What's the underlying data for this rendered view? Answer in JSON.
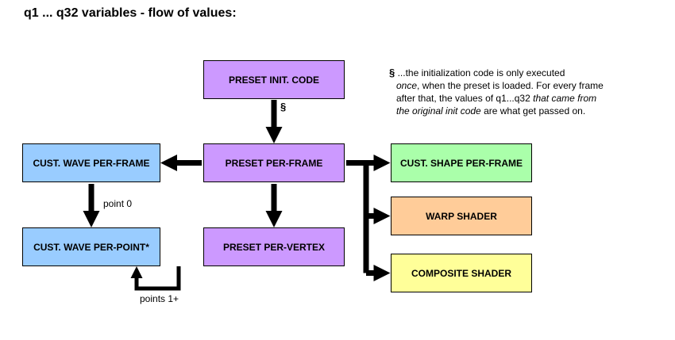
{
  "title": "q1 ... q32 variables - flow of values:",
  "nodes": {
    "preset_init": {
      "label": "PRESET INIT. CODE",
      "color": "#cc99ff"
    },
    "preset_per_frame": {
      "label": "PRESET PER-FRAME",
      "color": "#cc99ff"
    },
    "preset_per_vertex": {
      "label": "PRESET PER-VERTEX",
      "color": "#cc99ff"
    },
    "cust_wave_per_frame": {
      "label": "CUST. WAVE PER-FRAME",
      "color": "#99ccff"
    },
    "cust_wave_per_point": {
      "label": "CUST. WAVE PER-POINT*",
      "color": "#99ccff"
    },
    "cust_shape_per_frame": {
      "label": "CUST. SHAPE PER-FRAME",
      "color": "#aaffaa"
    },
    "warp_shader": {
      "label": "WARP SHADER",
      "color": "#ffcc99"
    },
    "composite_shader": {
      "label": "COMPOSITE SHADER",
      "color": "#ffff99"
    }
  },
  "edge_labels": {
    "init_to_frame": "§",
    "frame_to_point": "point 0",
    "point_loop": "points 1+"
  },
  "note": {
    "symbol": "§",
    "line1": "...the initialization code is only executed",
    "line2_italic": "once",
    "line2": ", when the preset is loaded.  For every frame",
    "line3": "after that, the values of q1...q32 ",
    "line3_italic": "that came from",
    "line4_italic": "the original init code",
    "line4": " are what get passed on.",
    "arrow_color": "#000000"
  }
}
